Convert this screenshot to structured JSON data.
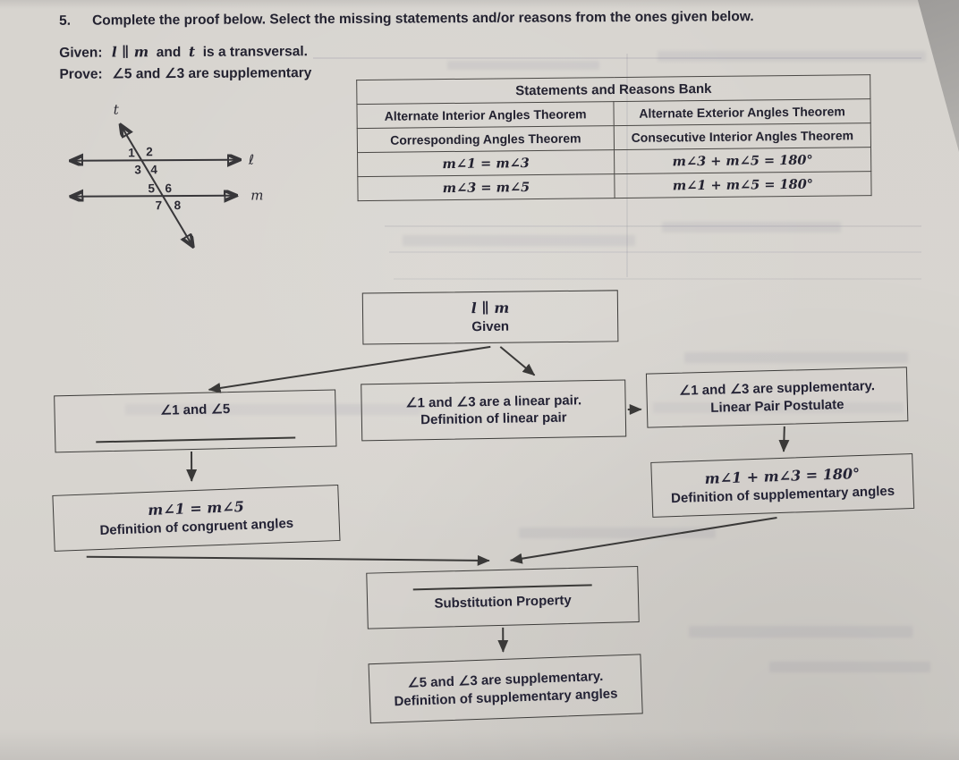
{
  "header": {
    "problem_number": "5.",
    "instruction": "Complete the proof below. Select the missing statements and/or reasons from the ones given below.",
    "given_label": "Given:",
    "given_math": "l ∥ m",
    "given_mid": "and",
    "given_t": "t",
    "given_rest": "is a transversal.",
    "prove_label": "Prove:",
    "prove_text": "∠5 and ∠3 are supplementary"
  },
  "diagram": {
    "transversal_label": "t",
    "line_l_label": "ℓ",
    "line_m_label": "m",
    "angle_labels": [
      "1",
      "2",
      "3",
      "4",
      "5",
      "6",
      "7",
      "8"
    ]
  },
  "bank": {
    "title": "Statements and Reasons Bank",
    "rows": [
      [
        "Alternate Interior Angles Theorem",
        "Alternate Exterior Angles Theorem"
      ],
      [
        "Corresponding Angles Theorem",
        "Consecutive Interior Angles Theorem"
      ],
      [
        "m∠1 = m∠3",
        "m∠3 + m∠5 = 180°"
      ],
      [
        "m∠3 = m∠5",
        "m∠1 + m∠5 = 180°"
      ]
    ]
  },
  "flowchart": {
    "given": {
      "statement": "l ∥ m",
      "reason": "Given"
    },
    "angles_1_5": {
      "statement": "∠1 and ∠5"
    },
    "linear_pair": {
      "statement": "∠1 and ∠3 are a linear pair.",
      "reason": "Definition of linear pair"
    },
    "supplementary_1_3": {
      "statement": "∠1 and ∠3 are supplementary.",
      "reason": "Linear Pair Postulate"
    },
    "congruent": {
      "statement": "m∠1 = m∠5",
      "reason": "Definition of congruent angles"
    },
    "sum_180": {
      "statement": "m∠1 + m∠3 = 180°",
      "reason": "Definition of supplementary angles"
    },
    "substitution": {
      "reason": "Substitution Property"
    },
    "conclusion": {
      "statement": "∠5 and ∠3 are supplementary.",
      "reason": "Definition of supplementary angles"
    }
  }
}
